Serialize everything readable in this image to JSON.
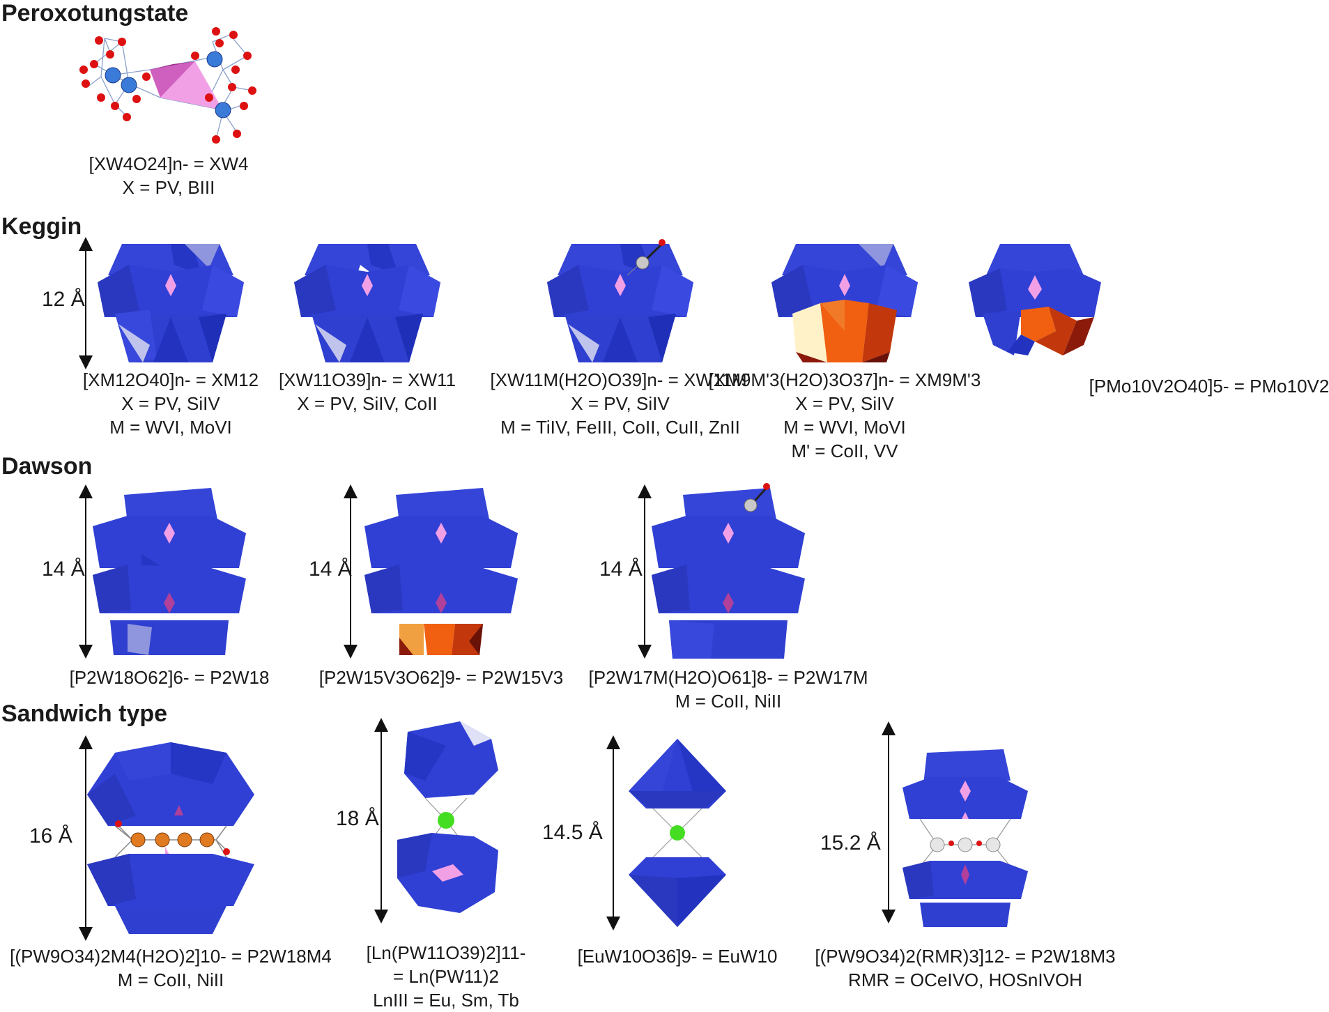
{
  "sections": {
    "peroxo": "Peroxotungstate",
    "keggin": "Keggin",
    "dawson": "Dawson",
    "sandwich": "Sandwich type"
  },
  "colors": {
    "polyhedron_blue": "#2f3fd6",
    "polyhedron_light": "#b8bde8",
    "heteroatom_pink": "#f0a0e0",
    "substituent_orange": "#f06010",
    "substituent_dark": "#8b1a0a",
    "lanthanide_green": "#44dd22",
    "oxygen_red": "#dd1111",
    "tungsten_blue": "#3a7ad8"
  },
  "peroxo": {
    "cap": [
      "[XW4O24]n- = XW4",
      "X = PV, BIII"
    ]
  },
  "keggin": {
    "dim": "12 Å",
    "items": [
      {
        "cap": [
          "[XM12O40]n- = XM12",
          "X = PV, SiIV",
          "M = WVI, MoVI"
        ]
      },
      {
        "cap": [
          "[XW11O39]n- = XW11",
          "X = PV, SiIV, CoII"
        ]
      },
      {
        "cap": [
          "[XW11M(H2O)O39]n- = XW11M'",
          "X = PV, SiIV",
          "M = TiIV, FeIII, CoII, CuII, ZnII"
        ]
      },
      {
        "cap": [
          "[XM9M'3(H2O)3O37]n- = XM9M'3",
          "X = PV, SiIV",
          "M = WVI, MoVI",
          "M' = CoII, VV"
        ]
      },
      {
        "cap": [
          "[PMo10V2O40]5- = PMo10V2"
        ]
      }
    ]
  },
  "dawson": {
    "items": [
      {
        "dim": "14 Å",
        "cap": [
          "[P2W18O62]6- = P2W18"
        ]
      },
      {
        "dim": "14 Å",
        "cap": [
          "[P2W15V3O62]9- = P2W15V3"
        ]
      },
      {
        "dim": "14 Å",
        "cap": [
          "[P2W17M(H2O)O61]8- = P2W17M",
          "M = CoII, NiII"
        ]
      }
    ]
  },
  "sandwich": {
    "items": [
      {
        "dim": "16 Å",
        "cap": [
          "[(PW9O34)2M4(H2O)2]10- = P2W18M4",
          "M = CoII, NiII"
        ]
      },
      {
        "dim": "18 Å",
        "cap": [
          "[Ln(PW11O39)2]11-",
          "= Ln(PW11)2",
          "LnIII = Eu, Sm, Tb"
        ]
      },
      {
        "dim": "14.5 Å",
        "cap": [
          "[EuW10O36]9- = EuW10"
        ]
      },
      {
        "dim": "15.2 Å",
        "cap": [
          "[(PW9O34)2(RMR)3]12- = P2W18M3",
          "RMR = OCeIVO, HOSnIVOH"
        ]
      }
    ]
  }
}
